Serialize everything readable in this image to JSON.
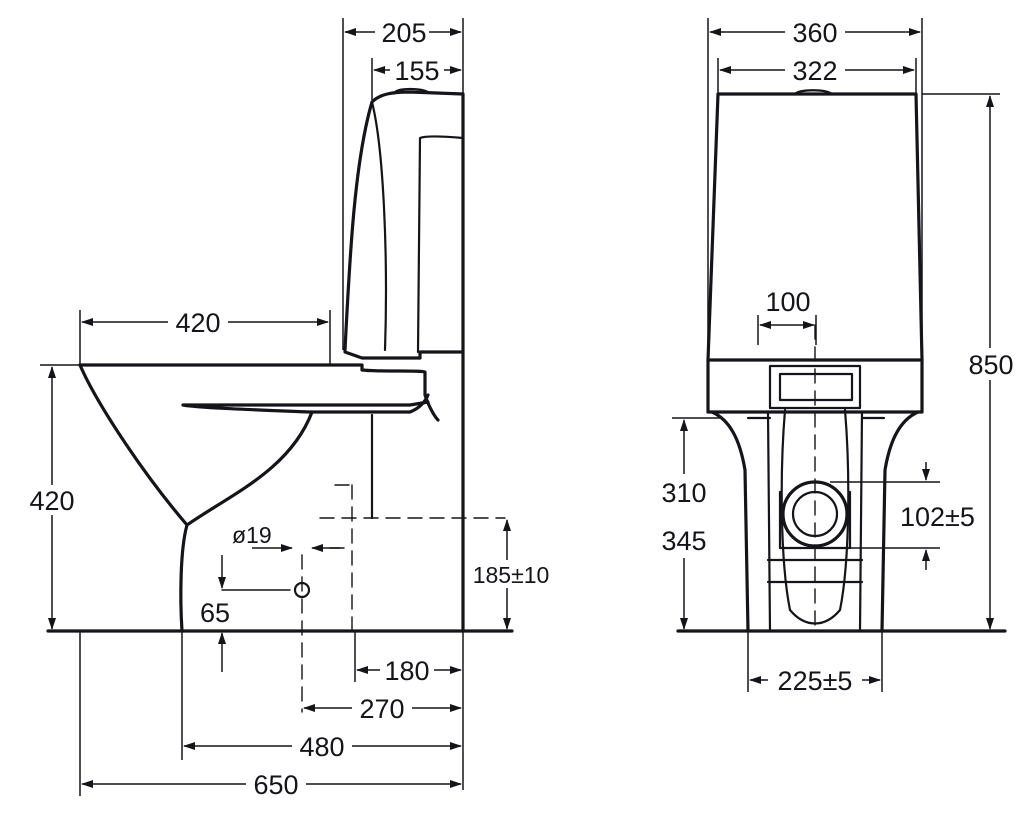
{
  "side_view": {
    "dims": {
      "tank_depth": "205",
      "tank_inner": "155",
      "seat_length": "420",
      "height": "420",
      "inlet_dia": "ø19",
      "inlet_height": "65",
      "outlet_height": "185±10",
      "outlet_dist": "180",
      "inlet_dist": "270",
      "base_length": "480",
      "total_length": "650"
    }
  },
  "front_view": {
    "dims": {
      "tank_width": "360",
      "tank_inner_width": "322",
      "outlet_width": "100",
      "total_height": "850",
      "pan_height_a": "310",
      "pan_height_b": "345",
      "outlet_tolerance": "102±5",
      "base_width": "225±5"
    }
  }
}
